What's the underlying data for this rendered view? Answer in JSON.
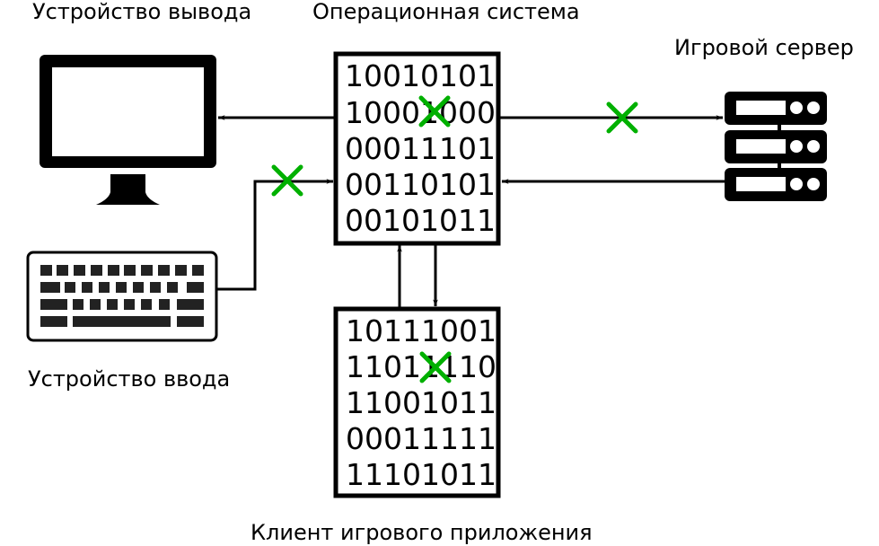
{
  "labels": {
    "output_device": "Устройство вывода",
    "operating_system": "Операционная система",
    "game_server": "Игровой сервер",
    "input_device": "Устройство ввода",
    "game_client": "Клиент игрового приложения"
  },
  "os_memory": [
    "10010101",
    "10001000",
    "00011101",
    "00110101",
    "00101011"
  ],
  "client_memory": [
    "10111001",
    "11011110",
    "11001011",
    "00011111",
    "11101011"
  ],
  "icons": {
    "monitor": "monitor-icon",
    "keyboard": "keyboard-icon",
    "server": "server-icon",
    "blocked": "cross-icon"
  },
  "colors": {
    "cross": "#00b000",
    "stroke": "#000000"
  }
}
